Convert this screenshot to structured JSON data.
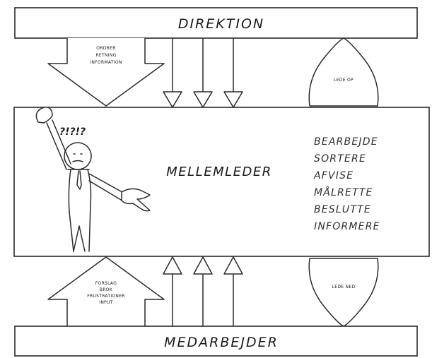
{
  "top_box": {
    "label": "DIREKTION"
  },
  "bottom_box": {
    "label": "MEDARBEJDER"
  },
  "middle_box": {
    "label": "MELLEMLEDER",
    "tasks": [
      "BEARBEJDE",
      "SORTERE",
      "AFVISE",
      "MÅLRETTE",
      "BESLUTTE",
      "INFORMERE"
    ]
  },
  "down_arrow_left": {
    "lines": [
      "ORDRER",
      "RETNING",
      "INFORMATION"
    ]
  },
  "up_arrow_right": {
    "label": "LEDE OP"
  },
  "up_arrow_left": {
    "lines": [
      "FORSLAG",
      "BROK",
      "FRUSTRATIONER",
      "INPUT"
    ]
  },
  "down_arrow_right": {
    "label": "LEDE NED"
  },
  "figure": {
    "question_marks": "?!?!?"
  }
}
